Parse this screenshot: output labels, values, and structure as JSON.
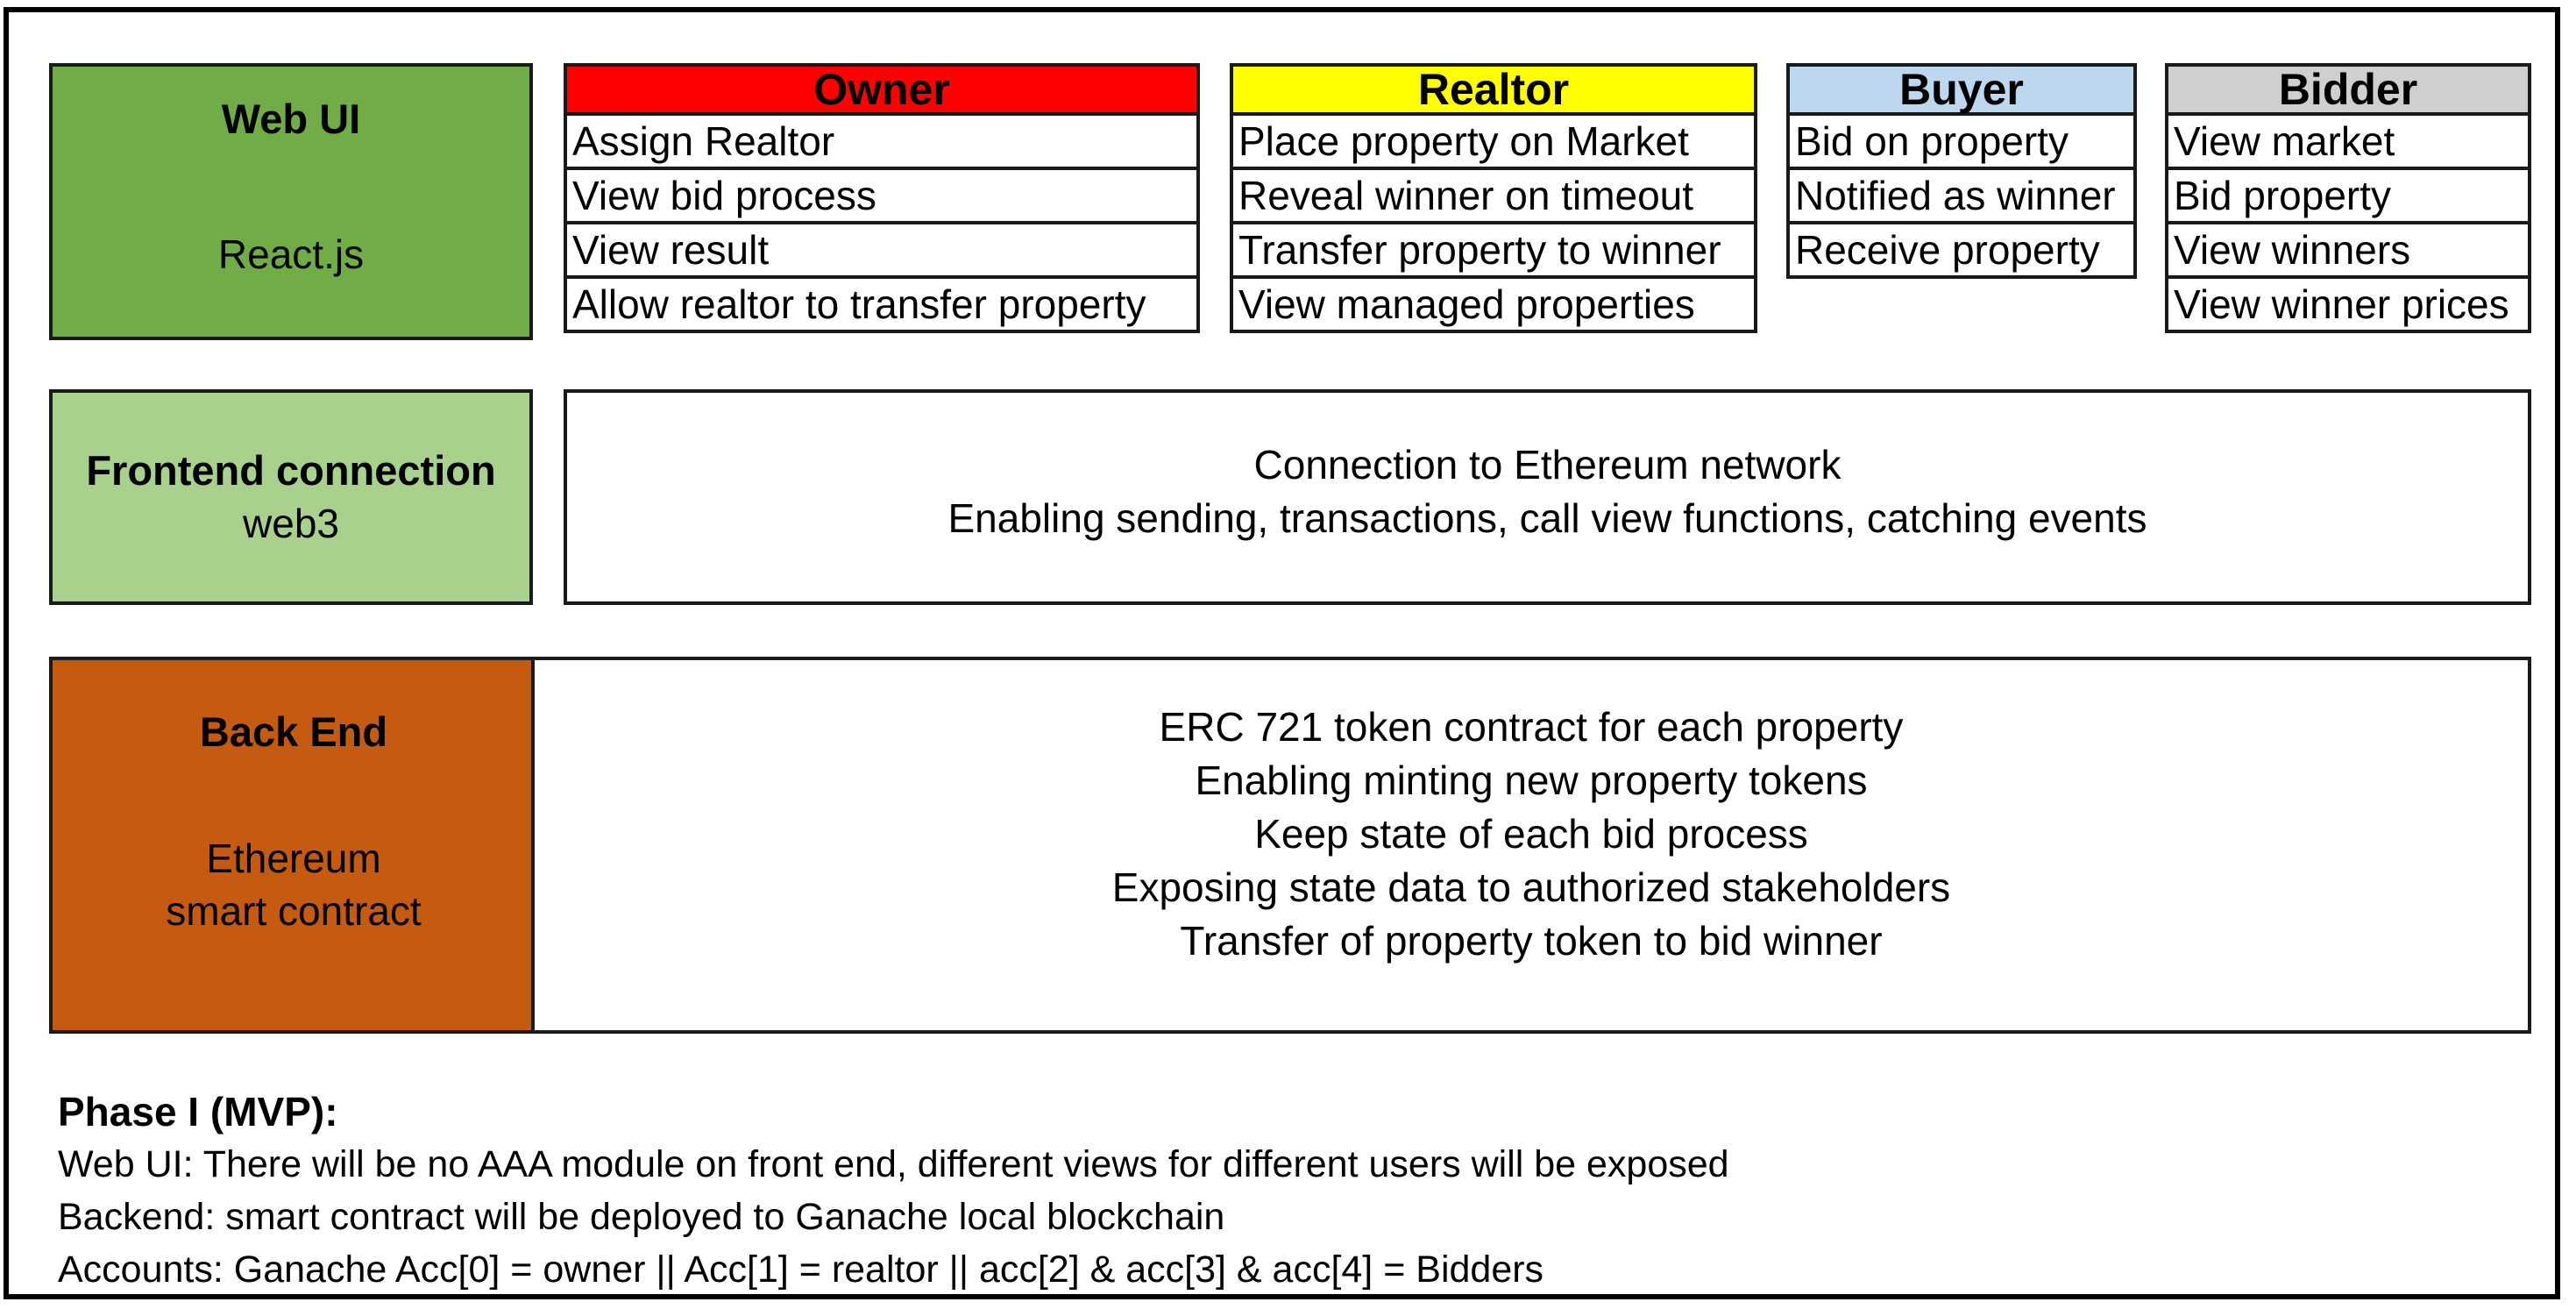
{
  "layers": {
    "web_ui": {
      "title": "Web UI",
      "tech": "React.js",
      "color": "#70ad47"
    },
    "frontend": {
      "title": "Frontend connection",
      "tech": "web3",
      "color": "#a9d18e",
      "description": [
        "Connection to Ethereum network",
        "Enabling sending, transactions, call view functions, catching events"
      ]
    },
    "backend": {
      "title": "Back End",
      "tech_lines": [
        "Ethereum",
        "smart contract"
      ],
      "color": "#c55a11",
      "description": [
        "ERC 721 token contract for each property",
        "Enabling minting new property tokens",
        "Keep state of each bid process",
        "Exposing state data to authorized stakeholders",
        "Transfer of property token to bid winner"
      ]
    }
  },
  "roles": [
    {
      "name": "Owner",
      "color": "#ff0000",
      "items": [
        "Assign Realtor",
        "View bid process",
        "View result",
        "Allow realtor to transfer property"
      ]
    },
    {
      "name": "Realtor",
      "color": "#ffff00",
      "items": [
        "Place property on Market",
        "Reveal winner on timeout",
        "Transfer property to winner",
        "View managed properties"
      ]
    },
    {
      "name": "Buyer",
      "color": "#bdd7ee",
      "items": [
        "Bid on property",
        "Notified as winner",
        "Receive property"
      ]
    },
    {
      "name": "Bidder",
      "color": "#d0cece",
      "items": [
        "View market",
        "Bid property",
        "View winners",
        "View winner prices"
      ]
    }
  ],
  "phase": {
    "title": "Phase I (MVP):",
    "lines": [
      "Web UI: There will be no AAA module on front end, different views for different users will be exposed",
      "Backend: smart contract will be deployed to Ganache local blockchain",
      "Accounts: Ganache Acc[0] = owner || Acc[1] = realtor || acc[2] & acc[3] & acc[4] = Bidders"
    ]
  }
}
